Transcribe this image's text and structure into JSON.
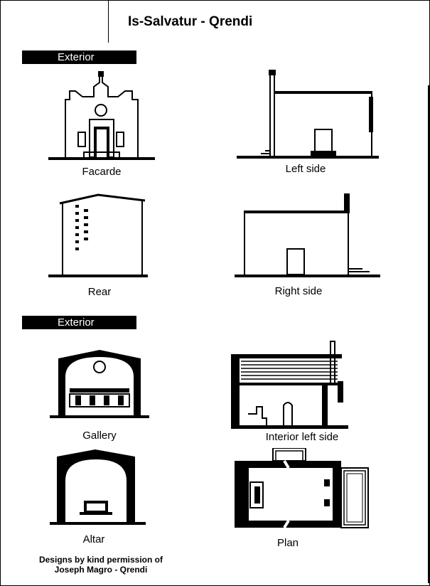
{
  "title": "Is-Salvatur - Qrendi",
  "sections": [
    {
      "label": "Exterior"
    },
    {
      "label": "Exterior"
    }
  ],
  "drawings": [
    {
      "caption": "Facarde"
    },
    {
      "caption": "Left side"
    },
    {
      "caption": "Rear"
    },
    {
      "caption": "Right side"
    },
    {
      "caption": "Gallery"
    },
    {
      "caption": "Interior left side"
    },
    {
      "caption": "Altar"
    },
    {
      "caption": "Plan"
    }
  ],
  "credit": {
    "line1": "Designs by kind permission of",
    "line2": "Joseph Magro - Qrendi"
  }
}
